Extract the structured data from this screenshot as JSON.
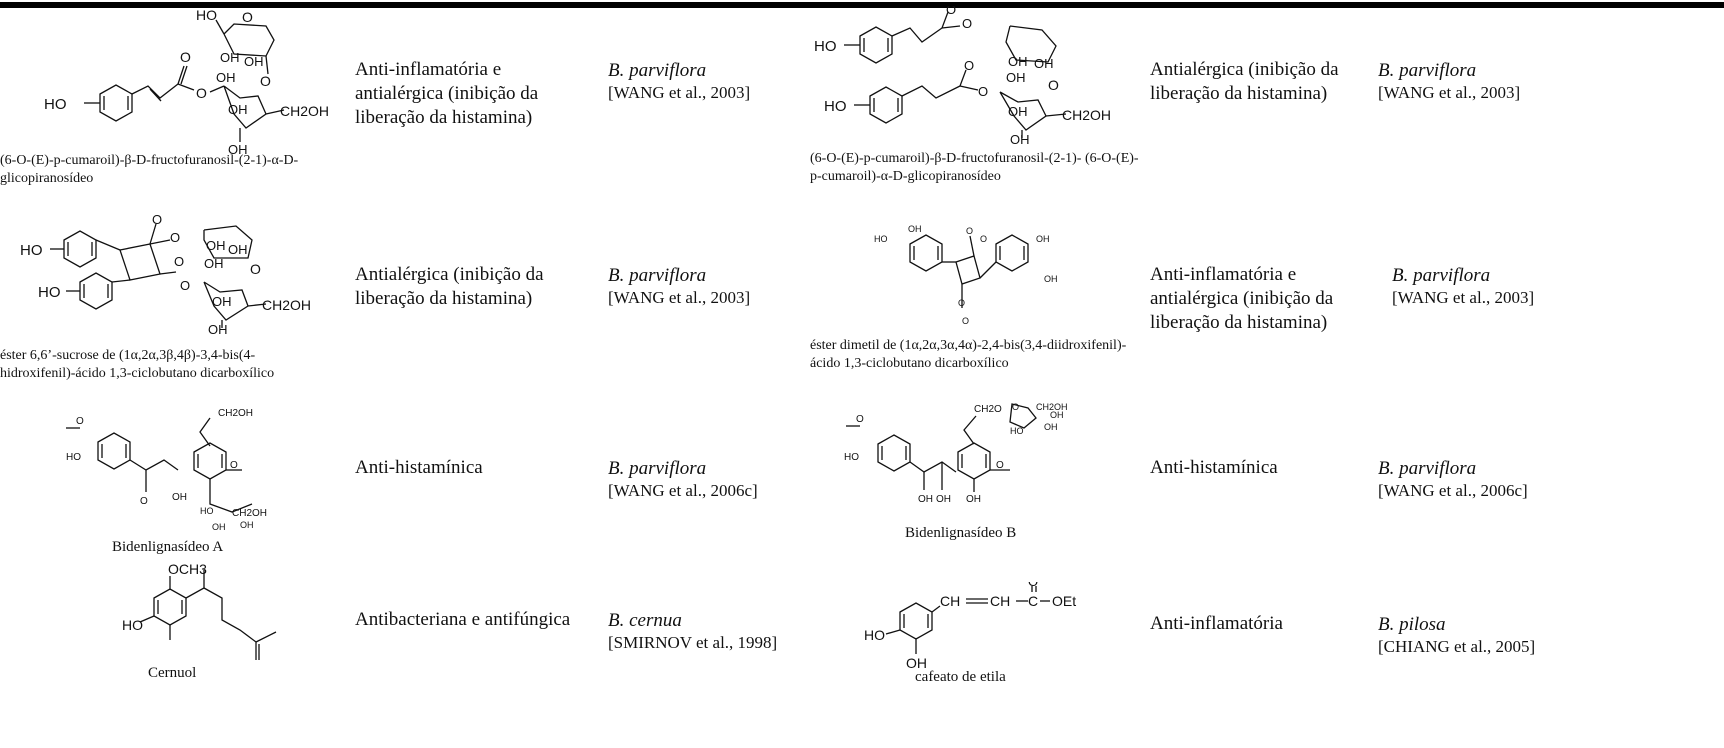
{
  "rows": [
    {
      "left": {
        "caption": "(6-O-(E)-p-cumaroil)-β-D-fructofuranosil-(2-1)-α-D-glicopiranosídeo",
        "activity": "Anti-inflamatória e antialérgica (inibição da liberação da histamina)",
        "species": "B. parviflora",
        "reference": "[WANG et al., 2003]"
      },
      "right": {
        "caption": "(6-O-(E)-p-cumaroil)-β-D-fructofuranosil-(2-1)- (6-O-(E)-p-cumaroil)-α-D-glicopiranosídeo",
        "activity": "Antialérgica (inibição da liberação da histamina)",
        "species": "B. parviflora",
        "reference": "[WANG et al., 2003]"
      }
    },
    {
      "left": {
        "caption": "éster 6,6’-sucrose de (1α,2α,3β,4β)-3,4-bis(4-hidroxifenil)-ácido 1,3-ciclobutano dicarboxílico",
        "activity": "Antialérgica (inibição da liberação da histamina)",
        "species": "B. parviflora",
        "reference": "[WANG et al., 2003]"
      },
      "right": {
        "caption": "éster dimetil de (1α,2α,3α,4α)-2,4-bis(3,4-diidroxifenil)-ácido 1,3-ciclobutano dicarboxílico",
        "activity": "Anti-inflamatória e antialérgica (inibição da liberação da histamina)",
        "species": "B. parviflora",
        "reference": "[WANG et al., 2003]"
      }
    },
    {
      "left": {
        "caption": "Bidenlignasídeo A",
        "activity": "Anti-histamínica",
        "species": "B. parviflora",
        "reference": "[WANG et al., 2006c]"
      },
      "right": {
        "caption": "Bidenlignasídeo B",
        "activity": "Anti-histamínica",
        "species": "B. parviflora",
        "reference": "[WANG et al., 2006c]"
      }
    },
    {
      "left": {
        "caption": "Cernuol",
        "activity": "Antibacteriana e antifúngica",
        "species": "B. cernua",
        "reference": "[SMIRNOV et al., 1998]"
      },
      "right": {
        "caption": "cafeato de etila",
        "activity": "Anti-inflamatória",
        "species": "B. pilosa",
        "reference": "[CHIANG et al., 2005]"
      }
    }
  ],
  "structure_labels": {
    "s1": [
      "HO",
      "HO",
      "O",
      "O",
      "O",
      "OH",
      "OH",
      "OH",
      "HO",
      "O",
      "CH2OH",
      "OH",
      "OH"
    ],
    "s2": [
      "HO",
      "HO",
      "O",
      "O",
      "O",
      "O",
      "OH",
      "OH",
      "OH",
      "O",
      "CH2OH",
      "OH",
      "OH"
    ],
    "s3": [
      "HO",
      "HO",
      "O",
      "O",
      "O",
      "O",
      "OH",
      "OH",
      "OH",
      "O",
      "CH2OH",
      "OH",
      "OH"
    ],
    "s4": [
      "OH",
      "HO",
      "O",
      "O",
      "O",
      "O",
      "OH",
      "OH"
    ],
    "s5": [
      "CH2OH",
      "O",
      "HO",
      "O",
      "OH",
      "O",
      "CH2OH",
      "OH",
      "OH",
      "HO"
    ],
    "s6": [
      "CH2O",
      "O",
      "CH2OH",
      "OH",
      "OH",
      "HO",
      "HO",
      "O",
      "OH",
      "OH",
      "OH",
      "O"
    ],
    "s7": [
      "OCH3",
      "HO"
    ],
    "s8": [
      "CH",
      "CH",
      "C",
      "O",
      "OEt",
      "HO",
      "OH"
    ]
  }
}
